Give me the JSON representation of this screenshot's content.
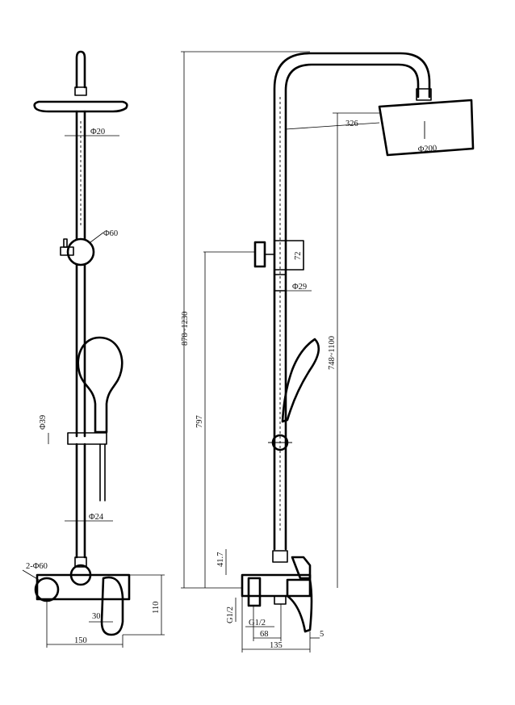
{
  "front_view": {
    "labels": {
      "pipe_dia": "Φ20",
      "diverter_dia": "Φ60",
      "holder_dia": "Φ39",
      "lower_pipe_dia": "Φ24",
      "flange_dia": "2-Φ60",
      "mixer_height": "110",
      "handle_offset": "30",
      "width": "150"
    }
  },
  "side_view": {
    "labels": {
      "arm_reach": "326",
      "head_dia": "Φ200",
      "overall_height": "878~1230",
      "diverter_height": "72",
      "pipe_dia": "Φ29",
      "head_to_mixer": "748~1100",
      "holder_to_mixer": "797",
      "mixer_offset": "41.7",
      "inlet_thread": "G1/2",
      "outlet_thread": "G1/2",
      "inlet_spacing": "68",
      "outlet_offset": "5",
      "mixer_depth": "135"
    }
  }
}
